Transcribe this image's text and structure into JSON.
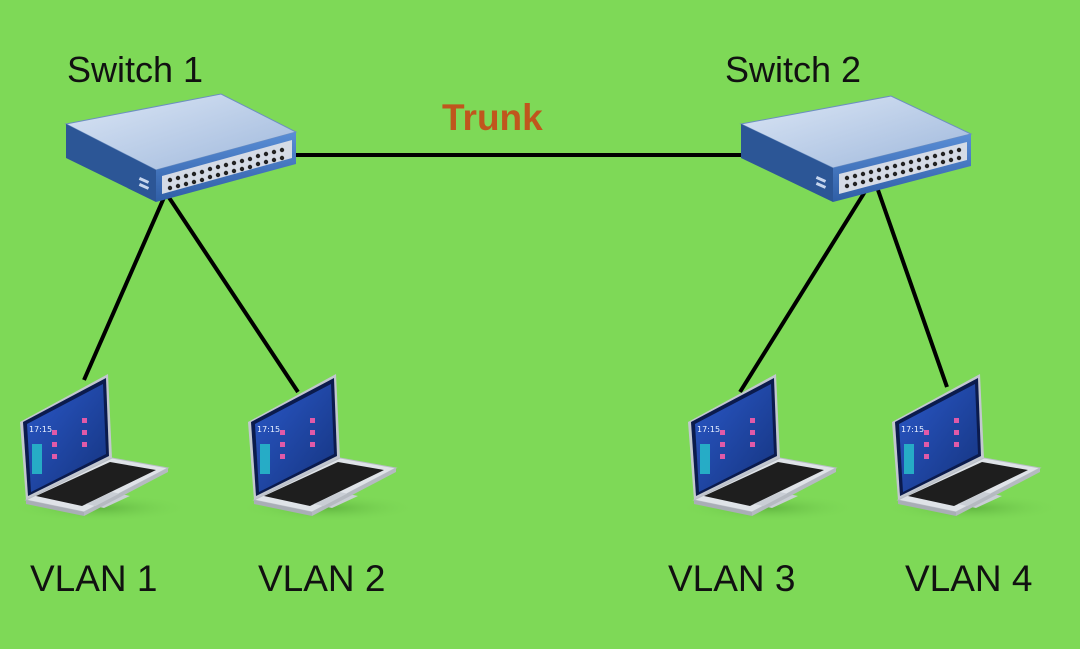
{
  "background_color": "#7ed957",
  "link_color": "#000000",
  "trunk": {
    "label": "Trunk",
    "color": "#c0561d"
  },
  "switches": [
    {
      "label": "Switch 1",
      "icon": "network-switch-icon"
    },
    {
      "label": "Switch 2",
      "icon": "network-switch-icon"
    }
  ],
  "hosts": [
    {
      "label": "VLAN 1",
      "icon": "laptop-icon",
      "screen_time": "17:15"
    },
    {
      "label": "VLAN 2",
      "icon": "laptop-icon",
      "screen_time": "17:15"
    },
    {
      "label": "VLAN 3",
      "icon": "laptop-icon",
      "screen_time": "17:15"
    },
    {
      "label": "VLAN 4",
      "icon": "laptop-icon",
      "screen_time": "17:15"
    }
  ],
  "switch_colors": {
    "top": "#b9cdea",
    "front": "#3f74c2",
    "port_panel": "#d5dbe6",
    "port": "#222222"
  },
  "laptop_colors": {
    "body": "#d9dde3",
    "bezel": "#0b1b4d",
    "screen": "#2243a8",
    "keyboard": "#1e1e1e"
  }
}
